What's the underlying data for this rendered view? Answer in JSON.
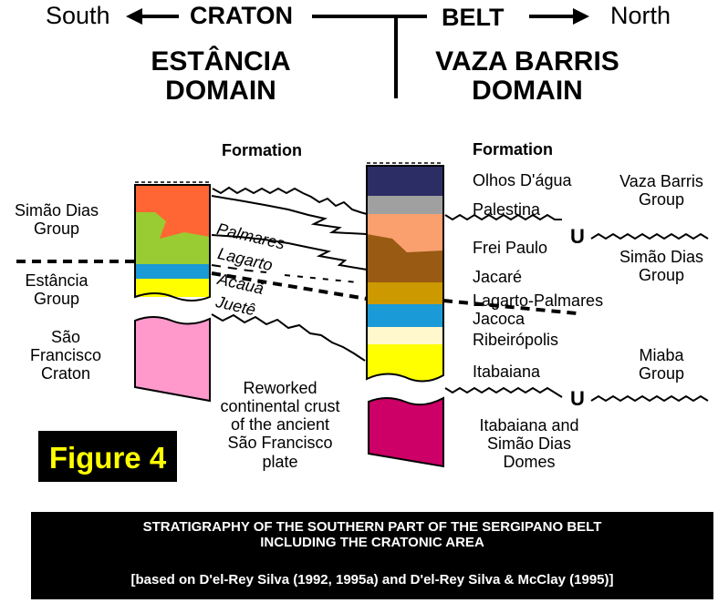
{
  "header": {
    "south": "South",
    "craton": "CRATON",
    "belt": "BELT",
    "north": "North",
    "left_domain": "ESTÂNCIA\nDOMAIN",
    "right_domain": "VAZA BARRIS\nDOMAIN"
  },
  "left_column": {
    "formation_header": "Formation",
    "groups": [
      {
        "label": "Simão Dias\nGroup"
      },
      {
        "label": "Estância\nGroup"
      },
      {
        "label": "São\nFrancisco\nCraton"
      }
    ],
    "formations": [
      "Palmares",
      "Lagarto",
      "Acauã",
      "Juetê"
    ]
  },
  "right_column": {
    "formation_header": "Formation",
    "formations": [
      "Olhos D'água",
      "Palestina",
      "Frei Paulo",
      "Jacaré",
      "Lagarto-Palmares",
      "Jacoca",
      "Ribeirópolis",
      "Itabaiana",
      "Itabaiana and\nSimão Dias\nDomes"
    ],
    "groups": [
      {
        "label": "Vaza Barris\nGroup"
      },
      {
        "label": "Simão Dias\nGroup"
      },
      {
        "label": "Miaba\nGroup"
      }
    ],
    "unconformity_label": "U"
  },
  "basement_label": "Reworked\ncontinental crust\nof the ancient\nSão Francisco\nplate",
  "figure_label": "Figure 4",
  "footer": {
    "title": "STRATIGRAPHY OF THE SOUTHERN PART OF THE SERGIPANO BELT\nINCLUDING THE CRATONIC AREA",
    "citation": "[based on D'el-Rey Silva (1992, 1995a) and D'el-Rey Silva & McClay  (1995)]"
  },
  "colors": {
    "navy": "#2d2d66",
    "gray": "#a0a0a0",
    "salmon": "#f9a06e",
    "orange_red": "#ff6633",
    "brown": "#995a14",
    "ochre": "#cc9900",
    "lime": "#99cc33",
    "blue": "#1a9ad6",
    "cream": "#fff8cc",
    "yellow": "#ffff00",
    "pink": "#ff99cc",
    "magenta": "#cc0066"
  }
}
